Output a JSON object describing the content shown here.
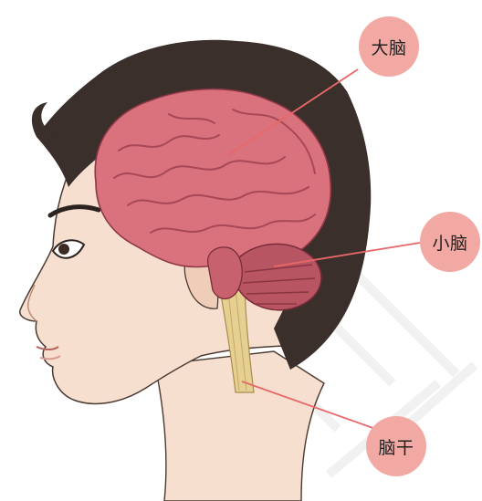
{
  "labels": {
    "cerebrum": "大脑",
    "cerebellum": "小脑",
    "brainstem": "脑干"
  },
  "colors": {
    "bubble": "#f2a9a3",
    "pointer_line": "#e8686a",
    "skin": "#f6dfcf",
    "skin_shadow": "#e9c4ae",
    "hair": "#3a2f2a",
    "brain": "#d9727d",
    "brain_dark": "#a84755",
    "watermark": "#f3f3f3"
  }
}
